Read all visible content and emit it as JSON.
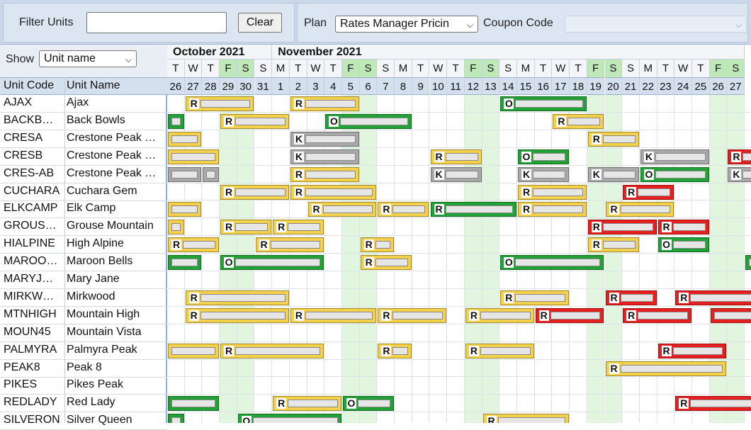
{
  "toolbar": {
    "filter_label": "Filter Units",
    "filter_value": "",
    "clear_label": "Clear",
    "plan_label": "Plan",
    "plan_selected": "Rates Manager Pricin",
    "coupon_label": "Coupon Code",
    "coupon_selected": ""
  },
  "left": {
    "show_label": "Show",
    "show_selected": "Unit name",
    "col_code": "Unit Code",
    "col_name": "Unit Name",
    "units": [
      {
        "code": "AJAX",
        "name": "Ajax"
      },
      {
        "code": "BACKB…",
        "name": "Back Bowls"
      },
      {
        "code": "CRESA",
        "name": "Crestone Peak …"
      },
      {
        "code": "CRESB",
        "name": "Crestone Peak …"
      },
      {
        "code": "CRES-AB",
        "name": "Crestone Peak …"
      },
      {
        "code": "CUCHARA",
        "name": "Cuchara Gem"
      },
      {
        "code": "ELKCAMP",
        "name": "Elk Camp"
      },
      {
        "code": "GROUS…",
        "name": "Grouse Mountain"
      },
      {
        "code": "HIALPINE",
        "name": "High Alpine"
      },
      {
        "code": "MAROO…",
        "name": "Maroon Bells"
      },
      {
        "code": "MARYJ…",
        "name": "Mary Jane"
      },
      {
        "code": "MIRKW…",
        "name": "Mirkwood"
      },
      {
        "code": "MTNHIGH",
        "name": "Mountain High"
      },
      {
        "code": "MOUN45",
        "name": "Mountain Vista"
      },
      {
        "code": "PALMYRA",
        "name": "Palmyra Peak"
      },
      {
        "code": "PEAK8",
        "name": "Peak 8"
      },
      {
        "code": "PIKES",
        "name": "Pikes Peak"
      },
      {
        "code": "REDLADY",
        "name": "Red Lady"
      },
      {
        "code": "SILVERON",
        "name": "Silver Queen"
      }
    ]
  },
  "calendar": {
    "months": [
      {
        "label": "October 2021",
        "from": 0,
        "to": 6
      },
      {
        "label": "November 2021",
        "from": 6,
        "to": 33
      }
    ],
    "days": [
      {
        "w": "T",
        "d": "26"
      },
      {
        "w": "W",
        "d": "27"
      },
      {
        "w": "T",
        "d": "28"
      },
      {
        "w": "F",
        "d": "29"
      },
      {
        "w": "S",
        "d": "30"
      },
      {
        "w": "S",
        "d": "31"
      },
      {
        "w": "M",
        "d": "1"
      },
      {
        "w": "T",
        "d": "2"
      },
      {
        "w": "W",
        "d": "3"
      },
      {
        "w": "T",
        "d": "4"
      },
      {
        "w": "F",
        "d": "5"
      },
      {
        "w": "S",
        "d": "6"
      },
      {
        "w": "S",
        "d": "7"
      },
      {
        "w": "M",
        "d": "8"
      },
      {
        "w": "T",
        "d": "9"
      },
      {
        "w": "W",
        "d": "10"
      },
      {
        "w": "T",
        "d": "11"
      },
      {
        "w": "F",
        "d": "12"
      },
      {
        "w": "S",
        "d": "13"
      },
      {
        "w": "S",
        "d": "14"
      },
      {
        "w": "M",
        "d": "15"
      },
      {
        "w": "T",
        "d": "16"
      },
      {
        "w": "W",
        "d": "17"
      },
      {
        "w": "T",
        "d": "18"
      },
      {
        "w": "F",
        "d": "19"
      },
      {
        "w": "S",
        "d": "20"
      },
      {
        "w": "S",
        "d": "21"
      },
      {
        "w": "M",
        "d": "22"
      },
      {
        "w": "T",
        "d": "23"
      },
      {
        "w": "W",
        "d": "24"
      },
      {
        "w": "T",
        "d": "25"
      },
      {
        "w": "F",
        "d": "26"
      },
      {
        "w": "S",
        "d": "27"
      }
    ],
    "weekend_days": [
      3,
      4,
      10,
      11,
      17,
      18,
      24,
      25,
      31,
      32
    ]
  },
  "legend_colors": {
    "R": "#f5d14b",
    "O": "#22a236",
    "K": "#a9a9a9",
    "X": "#e81f1f"
  },
  "bookings": [
    {
      "row": 0,
      "s": 1,
      "e": 5,
      "t": "R",
      "l": "R"
    },
    {
      "row": 0,
      "s": 7,
      "e": 11,
      "t": "R",
      "l": "R"
    },
    {
      "row": 0,
      "s": 19,
      "e": 24,
      "t": "O",
      "l": "O"
    },
    {
      "row": 1,
      "s": 0,
      "e": 1,
      "t": "O",
      "l": ""
    },
    {
      "row": 1,
      "s": 3,
      "e": 7,
      "t": "R",
      "l": "R"
    },
    {
      "row": 1,
      "s": 9,
      "e": 14,
      "t": "O",
      "l": "O"
    },
    {
      "row": 1,
      "s": 22,
      "e": 25,
      "t": "R",
      "l": "R"
    },
    {
      "row": 2,
      "s": 0,
      "e": 2,
      "t": "R",
      "l": ""
    },
    {
      "row": 2,
      "s": 7,
      "e": 11,
      "t": "K",
      "l": "K"
    },
    {
      "row": 2,
      "s": 24,
      "e": 27,
      "t": "R",
      "l": "R"
    },
    {
      "row": 3,
      "s": 0,
      "e": 3,
      "t": "R",
      "l": ""
    },
    {
      "row": 3,
      "s": 7,
      "e": 11,
      "t": "K",
      "l": "K"
    },
    {
      "row": 3,
      "s": 15,
      "e": 18,
      "t": "R",
      "l": "R"
    },
    {
      "row": 3,
      "s": 20,
      "e": 23,
      "t": "O",
      "l": "O"
    },
    {
      "row": 3,
      "s": 27,
      "e": 31,
      "t": "K",
      "l": "K"
    },
    {
      "row": 3,
      "s": 32,
      "e": 34,
      "t": "X",
      "l": "R"
    },
    {
      "row": 4,
      "s": 0,
      "e": 2,
      "t": "K",
      "l": ""
    },
    {
      "row": 4,
      "s": 2,
      "e": 3,
      "t": "K",
      "l": ""
    },
    {
      "row": 4,
      "s": 7,
      "e": 11,
      "t": "R",
      "l": "R"
    },
    {
      "row": 4,
      "s": 15,
      "e": 18,
      "t": "K",
      "l": "K"
    },
    {
      "row": 4,
      "s": 20,
      "e": 23,
      "t": "K",
      "l": "K"
    },
    {
      "row": 4,
      "s": 24,
      "e": 27,
      "t": "K",
      "l": "K"
    },
    {
      "row": 4,
      "s": 27,
      "e": 31,
      "t": "O",
      "l": "O"
    },
    {
      "row": 4,
      "s": 32,
      "e": 34,
      "t": "K",
      "l": "K"
    },
    {
      "row": 5,
      "s": 3,
      "e": 7,
      "t": "R",
      "l": "R"
    },
    {
      "row": 5,
      "s": 7,
      "e": 12,
      "t": "R",
      "l": "R"
    },
    {
      "row": 5,
      "s": 20,
      "e": 24,
      "t": "R",
      "l": "R"
    },
    {
      "row": 5,
      "s": 26,
      "e": 29,
      "t": "X",
      "l": "R"
    },
    {
      "row": 6,
      "s": 0,
      "e": 2,
      "t": "R",
      "l": ""
    },
    {
      "row": 6,
      "s": 8,
      "e": 12,
      "t": "R",
      "l": "R"
    },
    {
      "row": 6,
      "s": 12,
      "e": 15,
      "t": "R",
      "l": "R"
    },
    {
      "row": 6,
      "s": 15,
      "e": 20,
      "t": "O",
      "l": "R"
    },
    {
      "row": 6,
      "s": 20,
      "e": 24,
      "t": "R",
      "l": "R"
    },
    {
      "row": 6,
      "s": 25,
      "e": 29,
      "t": "R",
      "l": "R"
    },
    {
      "row": 7,
      "s": 0,
      "e": 1,
      "t": "R",
      "l": ""
    },
    {
      "row": 7,
      "s": 3,
      "e": 6,
      "t": "R",
      "l": "R"
    },
    {
      "row": 7,
      "s": 6,
      "e": 9,
      "t": "R",
      "l": "R"
    },
    {
      "row": 7,
      "s": 24,
      "e": 28,
      "t": "X",
      "l": "R"
    },
    {
      "row": 7,
      "s": 28,
      "e": 31,
      "t": "X",
      "l": "R"
    },
    {
      "row": 8,
      "s": 0,
      "e": 3,
      "t": "R",
      "l": "R"
    },
    {
      "row": 8,
      "s": 5,
      "e": 9,
      "t": "R",
      "l": "R"
    },
    {
      "row": 8,
      "s": 11,
      "e": 13,
      "t": "R",
      "l": "R"
    },
    {
      "row": 8,
      "s": 24,
      "e": 27,
      "t": "R",
      "l": "R"
    },
    {
      "row": 8,
      "s": 28,
      "e": 31,
      "t": "O",
      "l": "O"
    },
    {
      "row": 9,
      "s": 0,
      "e": 2,
      "t": "O",
      "l": ""
    },
    {
      "row": 9,
      "s": 3,
      "e": 9,
      "t": "O",
      "l": "O"
    },
    {
      "row": 9,
      "s": 11,
      "e": 14,
      "t": "R",
      "l": "R"
    },
    {
      "row": 9,
      "s": 19,
      "e": 25,
      "t": "O",
      "l": "O"
    },
    {
      "row": 9,
      "s": 33,
      "e": 34,
      "t": "O",
      "l": ""
    },
    {
      "row": 11,
      "s": 1,
      "e": 7,
      "t": "R",
      "l": "R"
    },
    {
      "row": 11,
      "s": 19,
      "e": 23,
      "t": "R",
      "l": "R"
    },
    {
      "row": 11,
      "s": 25,
      "e": 28,
      "t": "X",
      "l": "R"
    },
    {
      "row": 11,
      "s": 29,
      "e": 34,
      "t": "X",
      "l": "R"
    },
    {
      "row": 12,
      "s": 1,
      "e": 7,
      "t": "R",
      "l": "R"
    },
    {
      "row": 12,
      "s": 7,
      "e": 12,
      "t": "R",
      "l": "R"
    },
    {
      "row": 12,
      "s": 12,
      "e": 16,
      "t": "R",
      "l": "R"
    },
    {
      "row": 12,
      "s": 17,
      "e": 21,
      "t": "R",
      "l": "R"
    },
    {
      "row": 12,
      "s": 21,
      "e": 25,
      "t": "X",
      "l": "R"
    },
    {
      "row": 12,
      "s": 26,
      "e": 30,
      "t": "X",
      "l": "R"
    },
    {
      "row": 12,
      "s": 31,
      "e": 34,
      "t": "X",
      "l": ""
    },
    {
      "row": 14,
      "s": 0,
      "e": 3,
      "t": "R",
      "l": ""
    },
    {
      "row": 14,
      "s": 3,
      "e": 9,
      "t": "R",
      "l": "R"
    },
    {
      "row": 14,
      "s": 12,
      "e": 14,
      "t": "R",
      "l": "R"
    },
    {
      "row": 14,
      "s": 17,
      "e": 21,
      "t": "R",
      "l": "R"
    },
    {
      "row": 14,
      "s": 28,
      "e": 32,
      "t": "X",
      "l": "R"
    },
    {
      "row": 15,
      "s": 25,
      "e": 32,
      "t": "R",
      "l": "R"
    },
    {
      "row": 17,
      "s": 0,
      "e": 3,
      "t": "O",
      "l": ""
    },
    {
      "row": 17,
      "s": 6,
      "e": 10,
      "t": "R",
      "l": "R"
    },
    {
      "row": 17,
      "s": 10,
      "e": 13,
      "t": "O",
      "l": "O"
    },
    {
      "row": 17,
      "s": 29,
      "e": 34,
      "t": "X",
      "l": "R"
    },
    {
      "row": 18,
      "s": 0,
      "e": 1,
      "t": "O",
      "l": ""
    },
    {
      "row": 18,
      "s": 4,
      "e": 10,
      "t": "O",
      "l": "O"
    },
    {
      "row": 18,
      "s": 18,
      "e": 23,
      "t": "R",
      "l": "R"
    }
  ]
}
